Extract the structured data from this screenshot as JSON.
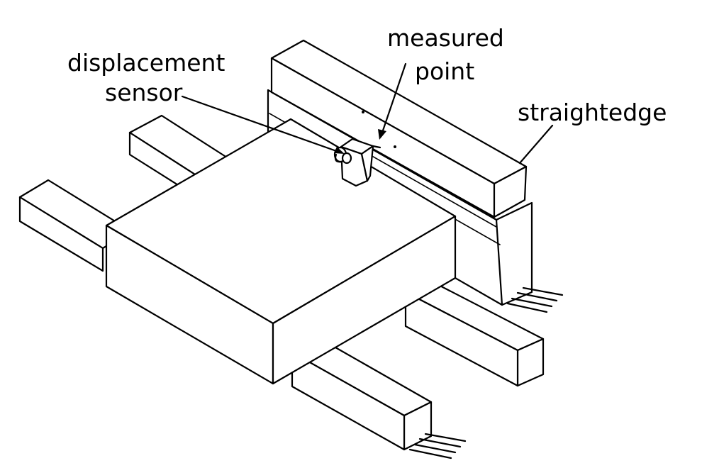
{
  "labels": {
    "displacement_sensor_line1": "displacement",
    "displacement_sensor_line2": "sensor",
    "measured_point_line1": "measured",
    "measured_point_line2": "point",
    "straightedge": "straightedge"
  },
  "colors": {
    "stroke": "#000000",
    "background": "#ffffff"
  }
}
